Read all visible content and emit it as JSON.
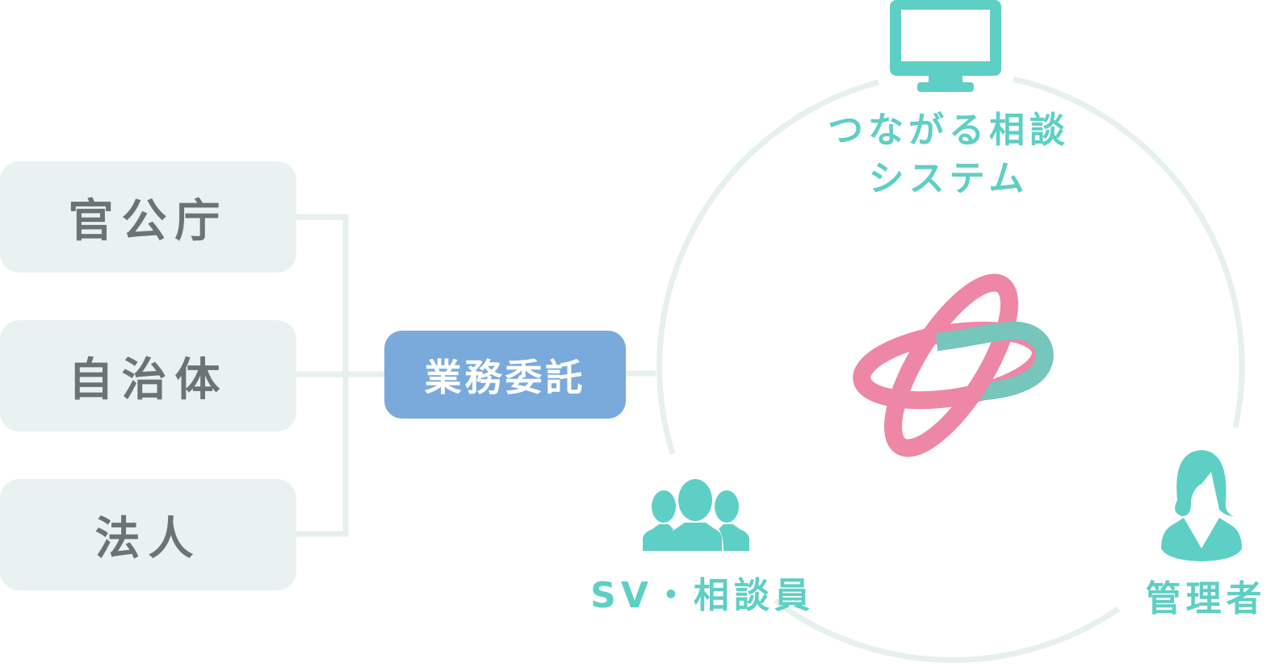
{
  "organizations": [
    {
      "label": "官公庁"
    },
    {
      "label": "自治体"
    },
    {
      "label": "法人"
    }
  ],
  "contract_label": "業務委託",
  "system": {
    "line1": "つながる相談",
    "line2": "システム",
    "icon": "monitor-icon"
  },
  "staff": {
    "label": "SV・相談員",
    "icon": "group-users-icon"
  },
  "admin": {
    "label": "管理者",
    "icon": "businesswoman-icon"
  },
  "colors": {
    "teal": "#5ecfc4",
    "box_bg": "#e9f2f0",
    "blue": "#7aaadc",
    "logo_pink": "#ee86a6",
    "logo_teal": "#76c6bb",
    "text_gray": "#6b7474"
  }
}
